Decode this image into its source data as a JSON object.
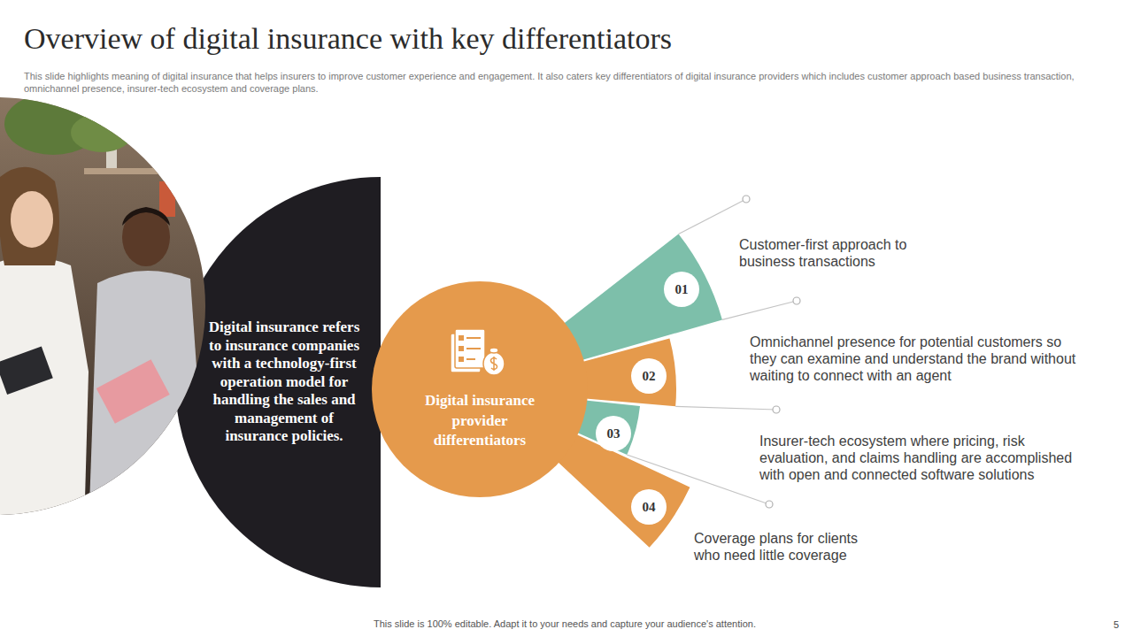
{
  "diagram": {
    "title": "Overview of digital insurance with key differentiators",
    "nodes": [
      {
        "text": [
          "Digital insurance refers to insurance companies with a technology-first operation model for handling the sales and management of insurance policies."
        ]
      },
      {
        "text": [
          "Digital insurance provider differentiators"
        ]
      },
      {
        "text": [
          "01"
        ]
      },
      {
        "text": [
          "02"
        ]
      },
      {
        "text": [
          "03"
        ]
      },
      {
        "text": [
          "04"
        ]
      }
    ],
    "labels": [
      "This slide highlights meaning of digital insurance that helps insurers to improve customer experience and engagement. It also caters key differentiators of digital insurance providers which includes customer approach based business transaction, omnichannel presence, insurer-tech ecosystem and coverage plans.",
      "Customer-first approach to business transactions",
      "Omnichannel presence for potential customers so they can examine and understand the brand without waiting to connect with an agent",
      "Insurer-tech ecosystem where pricing, risk evaluation, and claims handling are accomplished with open and connected software solutions",
      "Coverage plans for clients who need little coverage",
      "This slide is 100% editable. Adapt it to your needs and capture your audience's attention.",
      "5"
    ]
  }
}
